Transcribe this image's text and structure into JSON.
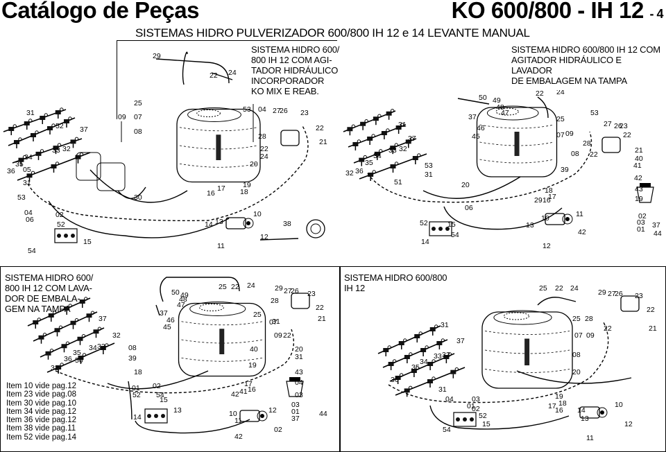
{
  "header": {
    "title_left": "Catálogo de Peças",
    "title_right": "KO 600/800 - IH 12",
    "page_suffix": "- 4",
    "subtitle": "SISTEMAS HIDRO PULVERIZADOR 600/800 IH 12 e 14 LEVANTE MANUAL"
  },
  "captions": {
    "top_left_lines": [
      "SISTEMA HIDRO 600/",
      "800 IH 12 COM AGI-",
      "TADOR HIDRÁULICO",
      "INCORPORADOR",
      "KO MIX E REAB."
    ],
    "top_right_lines": [
      "SISTEMA HIDRO 600/800 IH 12 COM",
      "AGITADOR HIDRÁULICO E LAVADOR",
      "DE EMBALAGEM NA TAMPA"
    ],
    "bottom_left_lines": [
      "SISTEMA HIDRO 600/",
      "800 IH 12 COM LAVA-",
      "DOR DE EMBALA-",
      "GEM NA TAMPA"
    ],
    "bottom_right_lines": [
      "SISTEMA HIDRO 600/800",
      "IH 12"
    ]
  },
  "notes": [
    "Item 10 vide pag.12",
    "Item 23 vide pag.08",
    "Item 30 vide pag.10",
    "Item 34 vide pag.12",
    "Item 36 vide pag.12",
    "Item 38 vide pag.11",
    "Item 52 vide pag.14"
  ],
  "part_labels": {
    "panel1": [
      "29",
      "22",
      "24",
      "25",
      "07",
      "09",
      "08",
      "53",
      "04",
      "27",
      "26",
      "23",
      "22",
      "21",
      "28",
      "22",
      "24",
      "20",
      "19",
      "18",
      "17",
      "16",
      "31",
      "52",
      "37",
      "32",
      "33",
      "34",
      "35",
      "36",
      "05",
      "31",
      "53",
      "30",
      "04",
      "06",
      "02",
      "52",
      "15",
      "54",
      "14",
      "13",
      "10",
      "11",
      "12",
      "38"
    ],
    "panel2": [
      "22",
      "24",
      "50",
      "49",
      "48",
      "47",
      "37",
      "46",
      "45",
      "25",
      "53",
      "27",
      "26",
      "23",
      "07",
      "09",
      "28",
      "22",
      "21",
      "08",
      "22",
      "31",
      "37",
      "32",
      "33",
      "34",
      "35",
      "36",
      "32",
      "53",
      "31",
      "51",
      "20",
      "39",
      "40",
      "41",
      "42",
      "43",
      "19",
      "18",
      "17",
      "16",
      "29",
      "06",
      "52",
      "15",
      "54",
      "14",
      "13",
      "10",
      "11",
      "12",
      "42",
      "02",
      "03",
      "01",
      "37",
      "44"
    ],
    "panel3": [
      "25",
      "22",
      "24",
      "29",
      "27",
      "26",
      "23",
      "50",
      "49",
      "48",
      "47",
      "37",
      "46",
      "45",
      "25",
      "28",
      "22",
      "21",
      "07",
      "09",
      "22",
      "31",
      "37",
      "32",
      "33",
      "34",
      "35",
      "36",
      "32",
      "50",
      "08",
      "39",
      "40",
      "20",
      "31",
      "19",
      "18",
      "17",
      "16",
      "41",
      "42",
      "43",
      "04",
      "03",
      "01",
      "02",
      "52",
      "54",
      "15",
      "14",
      "13",
      "10",
      "11",
      "12",
      "42",
      "02",
      "03",
      "01",
      "37",
      "44"
    ],
    "panel4": [
      "25",
      "22",
      "24",
      "29",
      "27",
      "26",
      "23",
      "22",
      "21",
      "25",
      "28",
      "22",
      "07",
      "09",
      "31",
      "37",
      "32",
      "33",
      "34",
      "35",
      "36",
      "08",
      "20",
      "31",
      "04",
      "03",
      "01",
      "02",
      "52",
      "54",
      "15",
      "14",
      "13",
      "10",
      "11",
      "12",
      "19",
      "18",
      "17",
      "16"
    ]
  }
}
